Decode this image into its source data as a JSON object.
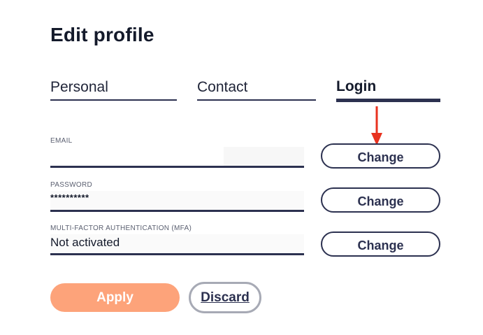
{
  "page": {
    "title": "Edit profile"
  },
  "tabs": [
    {
      "label": "Personal",
      "active": false
    },
    {
      "label": "Contact",
      "active": false
    },
    {
      "label": "Login",
      "active": true
    }
  ],
  "fields": {
    "email": {
      "label": "EMAIL",
      "value": ""
    },
    "password": {
      "label": "PASSWORD",
      "value": "**********"
    },
    "mfa": {
      "label": "MULTI-FACTOR AUTHENTICATION (MFA)",
      "value": "Not activated"
    }
  },
  "actions": {
    "change_label": "Change",
    "apply_label": "Apply",
    "discard_label": "Discard"
  },
  "colors": {
    "primary": "#2c3150",
    "apply": "#fda37a",
    "annotation_arrow": "#e8321f"
  },
  "icons": {
    "annotation": "arrow-down-icon"
  }
}
